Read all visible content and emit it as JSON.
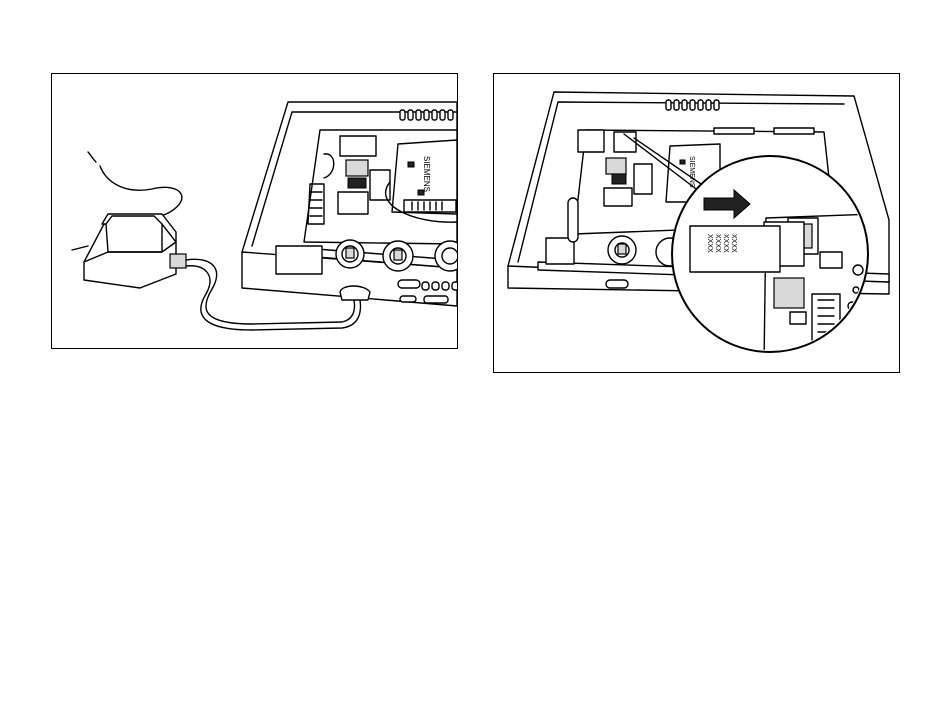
{
  "figure": {
    "left_panel": {
      "pcb_brand": "SIEMENS"
    },
    "right_panel": {
      "pcb_brand": "SIEMENS",
      "card_label_lines": [
        "XXXX",
        "XXXX",
        "XXXX",
        "XXXX"
      ]
    }
  }
}
